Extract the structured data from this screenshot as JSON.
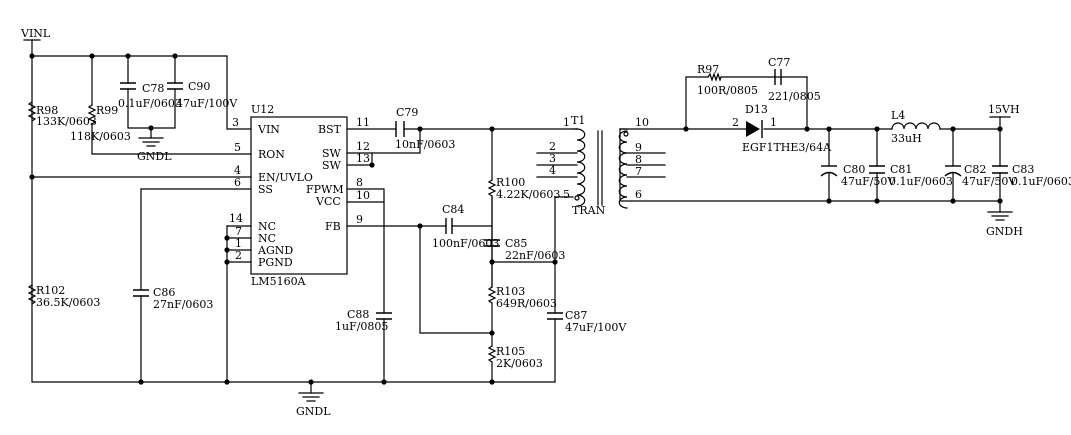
{
  "nets": {
    "vinl": "VINL",
    "gndl_top": "GNDL",
    "gndl_bottom": "GNDL",
    "v15": "15VH",
    "gndh": "GNDH"
  },
  "ic": {
    "ref": "U12",
    "part": "LM5160A",
    "pins": {
      "vin": {
        "num": "3",
        "name": "VIN"
      },
      "ron": {
        "num": "5",
        "name": "RON"
      },
      "en": {
        "num": "4",
        "name": "EN/UVLO"
      },
      "ss": {
        "num": "6",
        "name": "SS"
      },
      "nc1": {
        "num": "14",
        "name": "NC"
      },
      "nc2": {
        "num": "7",
        "name": "NC"
      },
      "agnd": {
        "num": "1",
        "name": "AGND"
      },
      "pgnd": {
        "num": "2",
        "name": "PGND"
      },
      "bst": {
        "num": "11",
        "name": "BST"
      },
      "sw1": {
        "num": "12",
        "name": "SW"
      },
      "sw2": {
        "num": "13",
        "name": "SW"
      },
      "fpwm": {
        "num": "8",
        "name": "FPWM"
      },
      "vcc": {
        "num": "10",
        "name": "VCC"
      },
      "fb": {
        "num": "9",
        "name": "FB"
      }
    }
  },
  "parts": {
    "r98": {
      "ref": "R98",
      "value": "133K/0603"
    },
    "r99": {
      "ref": "R99",
      "value": "118K/0603"
    },
    "r102": {
      "ref": "R102",
      "value": "36.5K/0603"
    },
    "c78": {
      "ref": "C78",
      "value": "0.1uF/0603"
    },
    "c90": {
      "ref": "C90",
      "value": "47uF/100V"
    },
    "c86": {
      "ref": "C86",
      "value": "27nF/0603"
    },
    "c79": {
      "ref": "C79",
      "value": "10nF/0603"
    },
    "c88": {
      "ref": "C88",
      "value": "1uF/0805"
    },
    "c84": {
      "ref": "C84",
      "value": "100nF/0603"
    },
    "r100": {
      "ref": "R100",
      "value": "4.22K/0603"
    },
    "c85": {
      "ref": "C85",
      "value": "22nF/0603"
    },
    "r103": {
      "ref": "R103",
      "value": "649R/0603"
    },
    "c87": {
      "ref": "C87",
      "value": "47uF/100V"
    },
    "r105": {
      "ref": "R105",
      "value": "2K/0603"
    },
    "r97": {
      "ref": "R97",
      "value": "100R/0805"
    },
    "c77": {
      "ref": "C77",
      "value": "221/0805"
    },
    "d13": {
      "ref": "D13",
      "value": "EGF1THE3/64A",
      "pin_a": "2",
      "pin_k": "1"
    },
    "l4": {
      "ref": "L4",
      "value": "33uH"
    },
    "c80": {
      "ref": "C80",
      "value": "47uF/50V"
    },
    "c81": {
      "ref": "C81",
      "value": "0.1uF/0603"
    },
    "c82": {
      "ref": "C82",
      "value": "47uF/50V"
    },
    "c83": {
      "ref": "C83",
      "value": "0.1uF/0603"
    }
  },
  "transformer": {
    "ref": "T1",
    "part": "TRAN",
    "primary_pins": [
      "1",
      "2",
      "3",
      "4",
      "5"
    ],
    "secondary_pins": [
      "10",
      "9",
      "8",
      "7",
      "6"
    ]
  }
}
